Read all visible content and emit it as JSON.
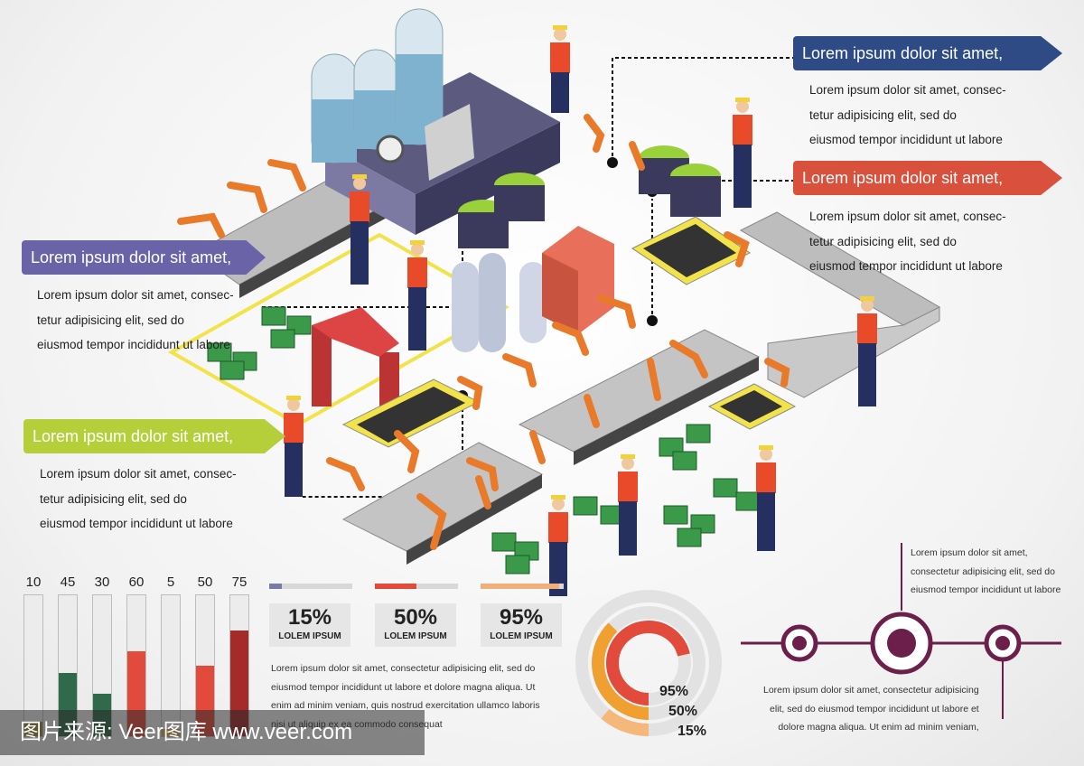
{
  "callouts": [
    {
      "title": "Lorem ipsum dolor sit amet,",
      "lines": [
        "Lorem ipsum dolor sit amet, consec-",
        "tetur adipisicing elit, sed do",
        "eiusmod tempor incididunt ut labore"
      ],
      "color": "#2f4b86"
    },
    {
      "title": "Lorem ipsum dolor sit amet,",
      "lines": [
        "Lorem ipsum dolor sit amet, consec-",
        "tetur adipisicing elit, sed do",
        "eiusmod tempor incididunt ut labore"
      ],
      "color": "#d9503c"
    },
    {
      "title": "Lorem ipsum dolor sit amet,",
      "lines": [
        "Lorem ipsum dolor sit amet, consec-",
        "tetur adipisicing elit, sed do",
        "eiusmod tempor incididunt ut labore"
      ],
      "color": "#6a63a8"
    },
    {
      "title": "Lorem ipsum dolor sit amet,",
      "lines": [
        "Lorem ipsum dolor sit amet, consec-",
        "tetur adipisicing elit, sed do",
        "eiusmod tempor incididunt ut labore"
      ],
      "color": "#b5cf3b"
    }
  ],
  "bar_chart": {
    "values": [
      10,
      45,
      30,
      60,
      5,
      50,
      75
    ],
    "labels": [
      "10",
      "45",
      "30",
      "60",
      "5",
      "50",
      "75"
    ],
    "colors": [
      "#9a8c3a",
      "#2f6b4a",
      "#2f6b4a",
      "#e24a3b",
      "#d9a64a",
      "#e24a3b",
      "#a52a2a"
    ],
    "max": 100
  },
  "percent_boxes": [
    {
      "value": "15%",
      "label": "LOLEM IPSUM",
      "fraction": 0.15,
      "color": "#7a7aa8"
    },
    {
      "value": "50%",
      "label": "LOLEM IPSUM",
      "fraction": 0.5,
      "color": "#e24a3b"
    },
    {
      "value": "95%",
      "label": "LOLEM IPSUM",
      "fraction": 0.95,
      "color": "#f0b07a"
    }
  ],
  "middle_paragraph": [
    "Lorem ipsum dolor sit amet, consectetur adipisicing elit, sed do",
    "eiusmod tempor incididunt ut labore et dolore magna aliqua. Ut",
    "enim ad minim veniam, quis nostrud exercitation ullamco laboris",
    "nisi ut aliquip ex ea commodo consequat"
  ],
  "donut": {
    "rings": [
      {
        "label": "95%",
        "fraction": 0.95,
        "color": "#e24a3b"
      },
      {
        "label": "50%",
        "fraction": 0.5,
        "color": "#f0a030"
      },
      {
        "label": "15%",
        "fraction": 0.15,
        "color": "#f4b87a"
      }
    ]
  },
  "timeline": {
    "top_text": [
      "Lorem ipsum dolor sit amet,",
      "consectetur adipisicing elit, sed do",
      "eiusmod tempor incididunt ut labore"
    ],
    "bottom_text": [
      "Lorem ipsum dolor sit amet, consectetur adipisicing",
      "elit, sed do eiusmod tempor incididunt ut labore et",
      "dolore magna aliqua. Ut enim ad minim veniam,"
    ],
    "color": "#6b1f4a"
  },
  "watermark": "图片来源: Veer图库 www.veer.com"
}
